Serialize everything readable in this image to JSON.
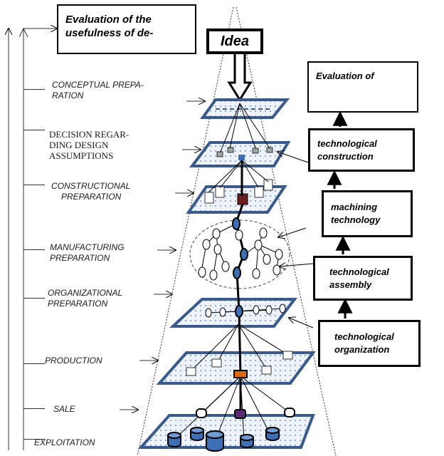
{
  "top_box": {
    "line1": "Evaluation of the",
    "line2": "usefulness of de-"
  },
  "idea": "Idea",
  "stages": [
    {
      "line1": "CONCEPTUAL PREPA-",
      "line2": "RATION"
    },
    {
      "line1": "DECISION REGAR-",
      "line2": "DING DESIGN",
      "line3": "ASSUMPTIONS"
    },
    {
      "line1": "CONSTRUCTIONAL",
      "line2": "PREPARATION"
    },
    {
      "line1": "MANUFACTURING",
      "line2": "PREPARATION"
    },
    {
      "line1": "ORGANIZATIONAL",
      "line2": "PREPARATION"
    },
    {
      "line1": "PRODUCTION"
    },
    {
      "line1": "SALE"
    },
    {
      "line1": "EXPLOITATION"
    }
  ],
  "right_boxes": [
    {
      "line1": "Evaluation of"
    },
    {
      "line1": "technological",
      "line2": "construction"
    },
    {
      "line1": "machining",
      "line2": "technology"
    },
    {
      "line1": "technological",
      "line2": "assembly"
    },
    {
      "line1": "technological",
      "line2": "organization"
    }
  ],
  "colors": {
    "plane_border": "#3b5a8c",
    "plane_fill": "#e6eef8",
    "dots": "#4a78c0",
    "node_dark": "#1f3560",
    "block_brown": "#6a1d1d",
    "block_orange": "#e06a10",
    "block_purple": "#5a2a78",
    "cylinder": "#3d6fb5"
  }
}
